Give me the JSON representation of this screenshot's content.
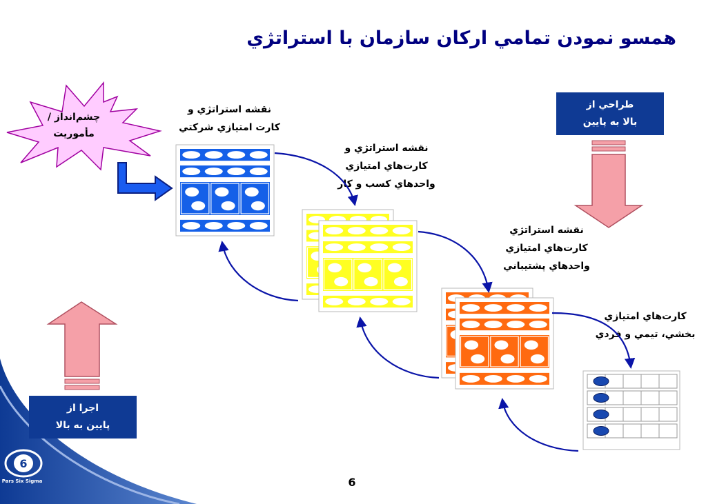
{
  "title": "همسو نمودن تمامي اركان سازمان با استراتژي",
  "vision_label": "چشم‌انداز / مأموريت",
  "top_down": {
    "line1": "طراحي از",
    "line2": "بالا به پايين"
  },
  "bottom_up": {
    "line1": "اجرا از",
    "line2": "پايين به بالا"
  },
  "levels": [
    {
      "lines": [
        "نقشه استراتژي و",
        "كارت امتيازي شركتي"
      ],
      "color": "#1560e8"
    },
    {
      "lines": [
        "نقشه استراتژي و",
        "كارت‌هاي امتيازي",
        "واحدهاي كسب و كار"
      ],
      "color": "#ffff22"
    },
    {
      "lines": [
        "نقشه استراتژي",
        "كارت‌هاي امتيازي",
        "واحدهاي پشتيباني"
      ],
      "color": "#ff6a10"
    },
    {
      "lines": [
        "كارت‌هاي امتيازي",
        "بخشي، تيمي و فردي"
      ],
      "color": "#1848b0"
    }
  ],
  "colors": {
    "title": "#000080",
    "arrow": "#0a14a8",
    "pink": "#f5a0a8",
    "burst": "#ffccff"
  },
  "page_number": "6",
  "logo": "Pars Six Sigma"
}
